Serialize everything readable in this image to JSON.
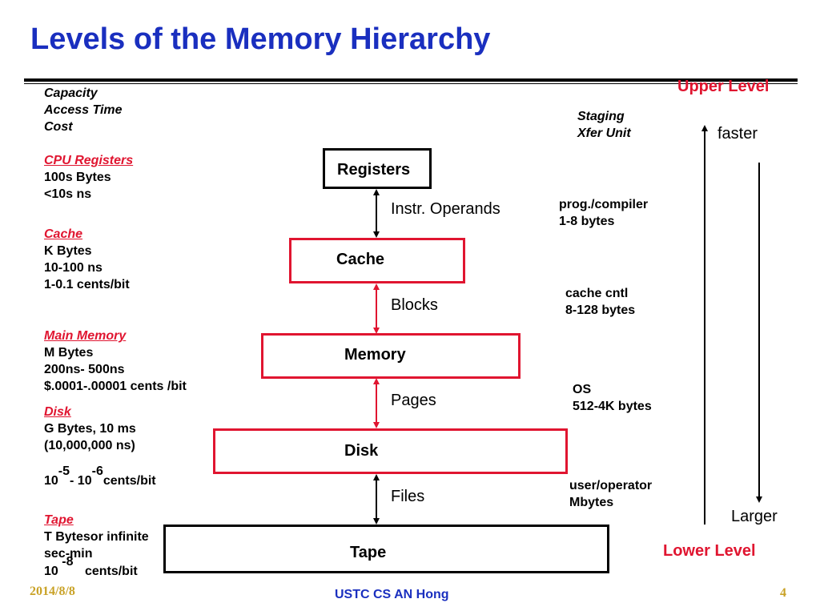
{
  "title": "Levels of the Memory Hierarchy",
  "upper_level": "Upper Level",
  "lower_level": "Lower Level",
  "left_header": [
    "Capacity",
    "Access Time",
    "Cost"
  ],
  "staging": [
    "Staging",
    "Xfer Unit"
  ],
  "faster": "faster",
  "larger": "Larger",
  "levels": [
    {
      "name": "Registers",
      "heading": "CPU Registers",
      "lines": [
        "100s Bytes",
        "<10s ns"
      ]
    },
    {
      "name": "Cache",
      "heading": "Cache",
      "lines": [
        "K Bytes",
        "10-100 ns",
        "1-0.1 cents/bit"
      ]
    },
    {
      "name": "Memory",
      "heading": "Main Memory",
      "lines": [
        "M Bytes",
        "200ns- 500ns",
        "$.0001-.00001 cents /bit"
      ]
    },
    {
      "name": "Disk",
      "heading": "Disk",
      "lines": [
        "G Bytes, 10 ms",
        "(10,000,000 ns)"
      ]
    },
    {
      "name": "Tape",
      "heading": "Tape",
      "lines": [
        "T Bytesor infinite",
        "sec-min"
      ]
    }
  ],
  "disk_cost": {
    "base1": "10",
    "exp1": "-5",
    "sep": "- 10",
    "exp2": "-6",
    "tail": "cents/bit"
  },
  "tape_cost": {
    "base": "10",
    "exp": "-8",
    "tail": "cents/bit"
  },
  "transfers": [
    {
      "unit": "Instr. Operands",
      "agent": "prog./compiler",
      "size": "1-8 bytes"
    },
    {
      "unit": "Blocks",
      "agent": "cache cntl",
      "size": "8-128 bytes"
    },
    {
      "unit": "Pages",
      "agent": "OS",
      "size": "512-4K bytes"
    },
    {
      "unit": "Files",
      "agent": "user/operator",
      "size": "Mbytes"
    }
  ],
  "footer": {
    "date": "2014/8/8",
    "center": "USTC CS AN Hong",
    "page": "4"
  }
}
